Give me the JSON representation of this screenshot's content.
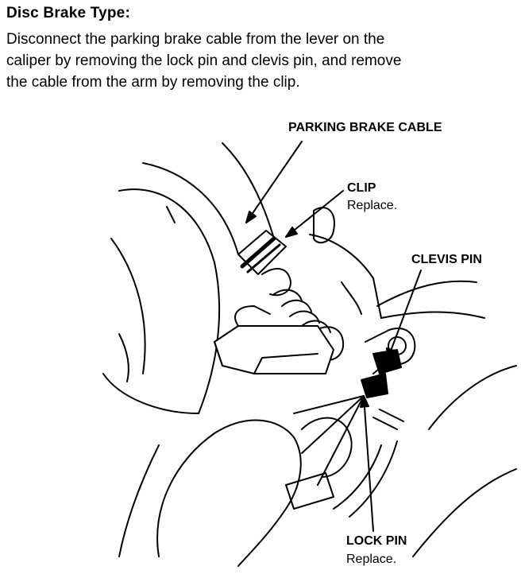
{
  "heading": "Disc Brake Type:",
  "instructions": [
    "Disconnect the parking brake cable from the lever on the",
    "caliper by removing the lock pin and clevis pin, and remove",
    "the cable from the arm by removing the clip."
  ],
  "callouts": {
    "parking_brake_cable": "PARKING BRAKE CABLE",
    "clip": "CLIP",
    "clip_note": "Replace.",
    "clevis_pin": "CLEVIS PIN",
    "lock_pin": "LOCK PIN",
    "lock_pin_note": "Replace."
  },
  "ink_color": "#000000"
}
